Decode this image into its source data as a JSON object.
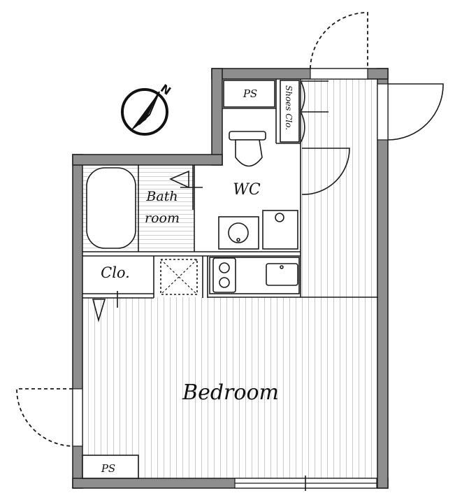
{
  "rooms": {
    "bedroom": "Bedroom",
    "wc": "WC",
    "bath_line1": "Bath",
    "bath_line2": "room",
    "closet": "Clo.",
    "shoes_closet": "Shoes Clo.",
    "ps_top": "PS",
    "ps_bottom": "PS"
  },
  "compass": {
    "north_label": "N"
  }
}
